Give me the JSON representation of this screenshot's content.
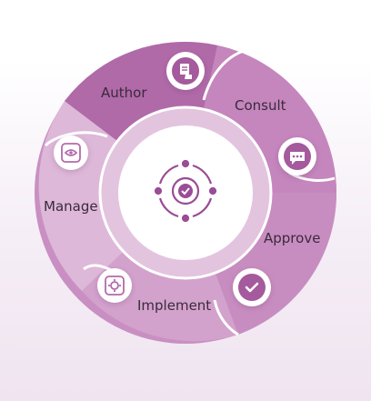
{
  "diagram": {
    "stages": [
      {
        "label": "Author",
        "icon": "document-hand-icon",
        "color": "#b86fb0"
      },
      {
        "label": "Consult",
        "icon": "chat-bubble-icon",
        "color": "#c88fc0"
      },
      {
        "label": "Approve",
        "icon": "checkmark-icon",
        "color": "#c88fc0"
      },
      {
        "label": "Implement",
        "icon": "gear-cycle-icon",
        "color": "#d0a0ca"
      },
      {
        "label": "Manage",
        "icon": "eye-cycle-icon",
        "color": "#ddb8d8"
      }
    ],
    "center_icon": "process-cycle-icon",
    "accent": "#9a4c96"
  }
}
